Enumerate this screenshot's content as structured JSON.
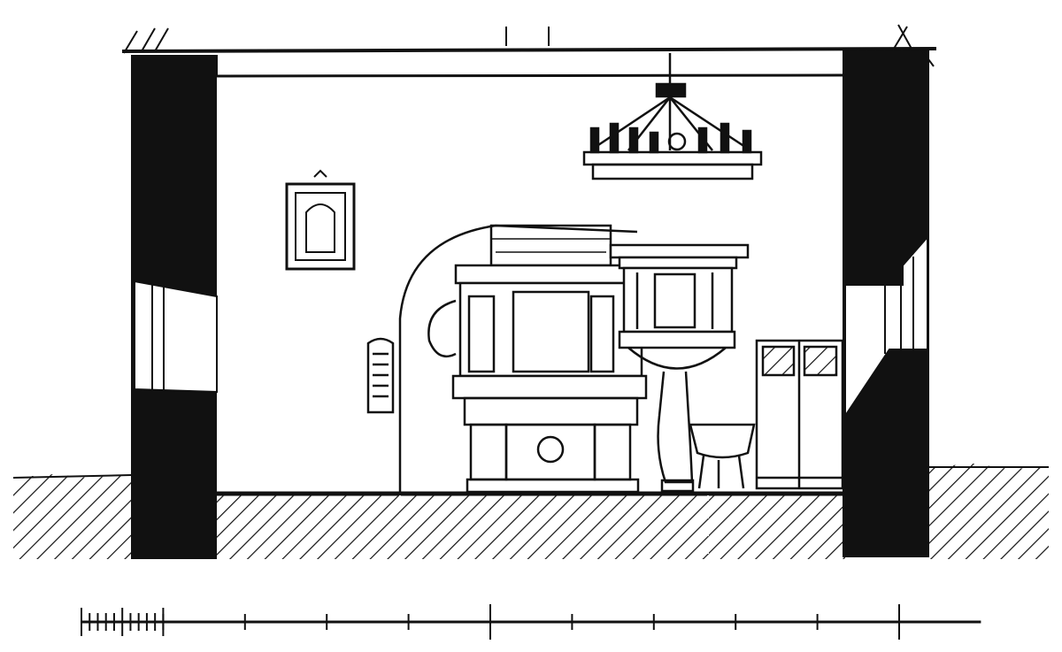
{
  "drawing": {
    "subject": "church-section",
    "ink_color": "#111111",
    "paper_color": "#ffffff",
    "scale_bar": {
      "minor_subdivisions": 10,
      "major_divisions": 10
    }
  }
}
